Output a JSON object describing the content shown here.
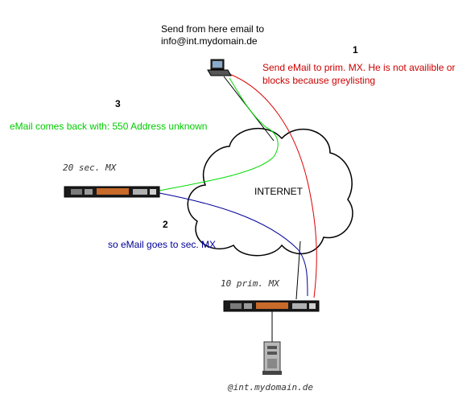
{
  "sender": {
    "line1": "Send from here email to",
    "line2": "info@int.mydomain.de"
  },
  "steps": [
    {
      "number": "1",
      "line1": "Send eMail to prim. MX. He is not availible or",
      "line2": "blocks because greylisting",
      "color": "#cc0000"
    },
    {
      "number": "2",
      "line1": "so eMail goes to sec. MX",
      "color": "#000099"
    },
    {
      "number": "3",
      "line1": "eMail comes back with: 550 Address unknown",
      "color": "#00cc00"
    }
  ],
  "cloud": {
    "label": "INTERNET"
  },
  "servers": {
    "secondary": {
      "label": "20 sec. MX"
    },
    "primary": {
      "label": "10 prim. MX"
    },
    "mailbox": {
      "label": "@int.mydomain.de"
    }
  },
  "icons": [
    "laptop-icon",
    "cloud-icon",
    "rack-server-icon",
    "tower-server-icon"
  ]
}
